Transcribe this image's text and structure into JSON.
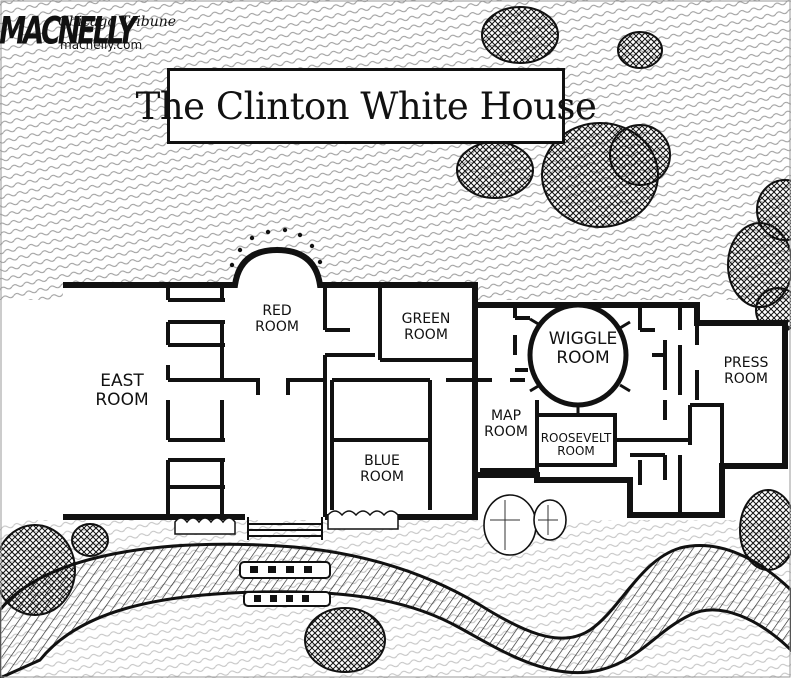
{
  "title": "The Clinton White House",
  "signature": {
    "artist": "MACNELLY",
    "newspaper": "Chicago Tribune",
    "website": "macnelly.com"
  },
  "rooms": {
    "east_room": [
      "EAST",
      "ROOM"
    ],
    "red_room": [
      "RED",
      "ROOM"
    ],
    "green_room": [
      "GREEN",
      "ROOM"
    ],
    "blue_room": [
      "BLUE",
      "ROOM"
    ],
    "wiggle_room": [
      "WIGGLE",
      "ROOM"
    ],
    "map_room": [
      "MAP",
      "ROOM"
    ],
    "roosevelt_room": [
      "ROOSEVELT",
      "ROOM"
    ],
    "press_room": [
      "PRESS",
      "ROOM"
    ]
  },
  "colors": {
    "ink": "#111111",
    "paper": "#ffffff"
  }
}
